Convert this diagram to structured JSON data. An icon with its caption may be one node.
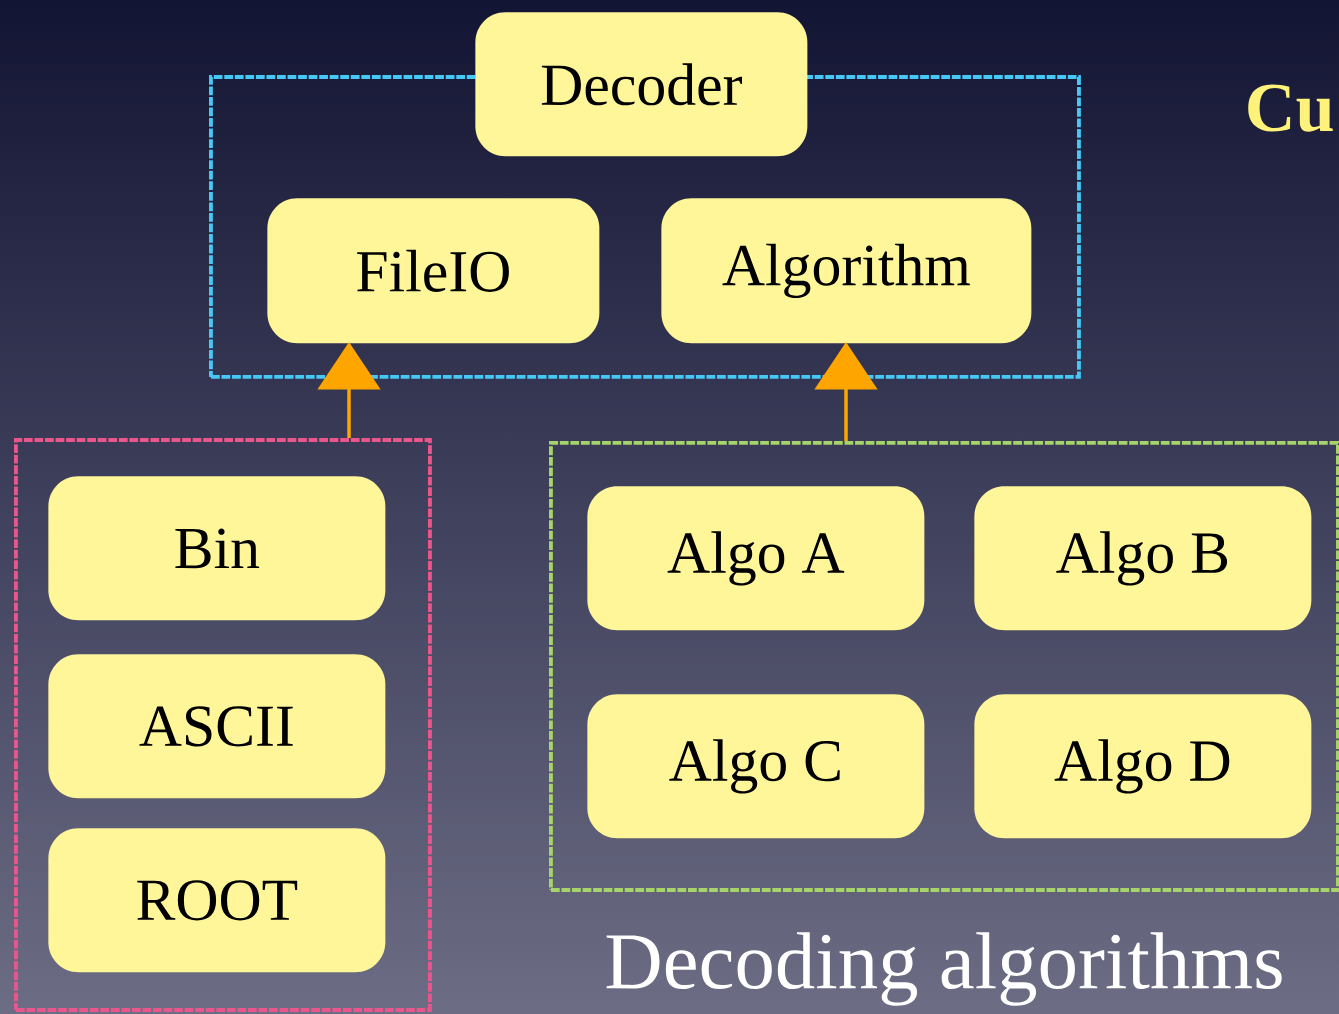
{
  "diagram": {
    "nodes": [
      {
        "text": [],
        "shape": "box"
      },
      {
        "text": [
          "Decoder"
        ]
      },
      {
        "text": [
          "FileIO"
        ],
        "in": 0
      },
      {
        "text": [
          "Algorithm"
        ],
        "in": 0
      },
      {
        "text": [],
        "shape": "box"
      },
      {
        "text": [
          "Bin"
        ],
        "in": 4
      },
      {
        "text": [
          "ASCII"
        ],
        "in": 4
      },
      {
        "text": [
          "ROOT"
        ],
        "in": 4
      },
      {
        "text": [],
        "shape": "box",
        "beside": [
          "Decoding algorithms"
        ]
      },
      {
        "text": [
          "Algo A"
        ],
        "in": 8
      },
      {
        "text": [
          "Algo B"
        ],
        "in": 8
      },
      {
        "text": [
          "Algo C"
        ],
        "in": 8
      },
      {
        "text": [
          "Algo D"
        ],
        "in": 8
      }
    ],
    "edges": [
      {
        "from": 4,
        "to": 2,
        "arrow": "to"
      },
      {
        "from": 8,
        "to": 3,
        "arrow": "to"
      }
    ],
    "labels": [
      "Cu"
    ]
  }
}
